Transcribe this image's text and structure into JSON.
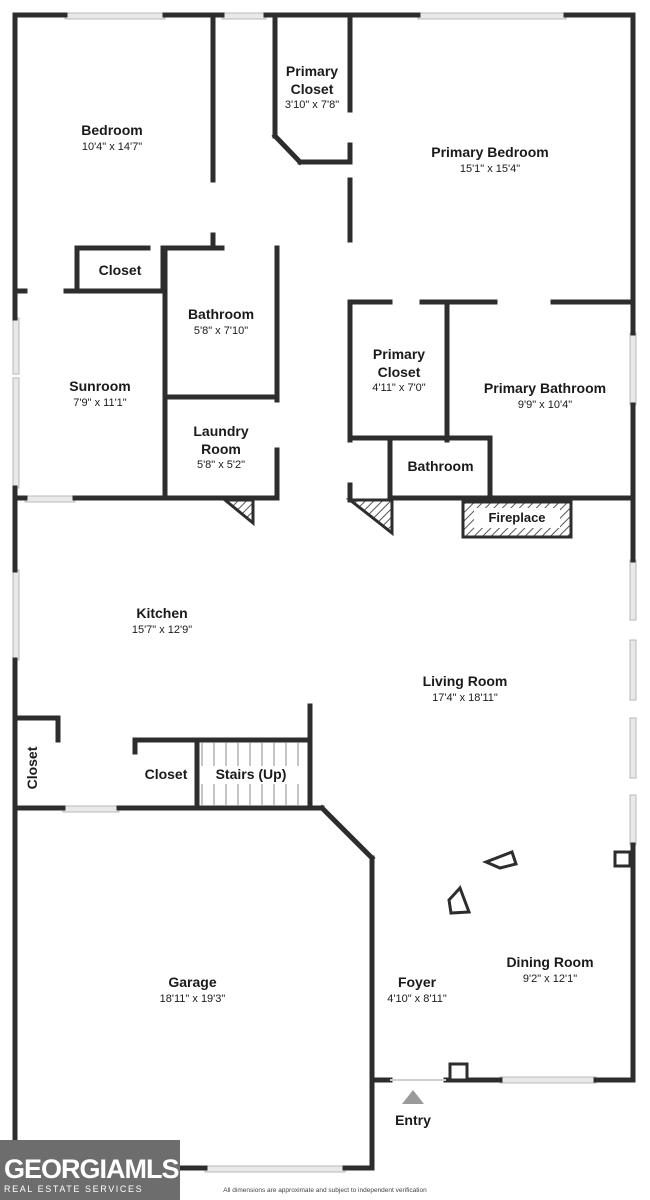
{
  "rooms": [
    {
      "key": "bedroom",
      "name": "Bedroom",
      "dims": "10'4\" x 14'7\""
    },
    {
      "key": "primary_closet_top",
      "name": "Primary\nCloset",
      "dims": "3'10\" x 7'8\""
    },
    {
      "key": "primary_bedroom",
      "name": "Primary Bedroom",
      "dims": "15'1\" x 15'4\""
    },
    {
      "key": "closet_top",
      "name": "Closet",
      "dims": ""
    },
    {
      "key": "bathroom_left",
      "name": "Bathroom",
      "dims": "5'8\" x 7'10\""
    },
    {
      "key": "sunroom",
      "name": "Sunroom",
      "dims": "7'9\" x 11'1\""
    },
    {
      "key": "primary_closet_mid",
      "name": "Primary\nCloset",
      "dims": "4'11\" x 7'0\""
    },
    {
      "key": "primary_bathroom",
      "name": "Primary Bathroom",
      "dims": "9'9\" x 10'4\""
    },
    {
      "key": "laundry_room",
      "name": "Laundry\nRoom",
      "dims": "5'8\" x 5'2\""
    },
    {
      "key": "bathroom_small",
      "name": "Bathroom",
      "dims": ""
    },
    {
      "key": "kitchen",
      "name": "Kitchen",
      "dims": "15'7\" x 12'9\""
    },
    {
      "key": "living_room",
      "name": "Living Room",
      "dims": "17'4\" x 18'11\""
    },
    {
      "key": "closet_hall",
      "name": "Closet",
      "dims": ""
    },
    {
      "key": "stairs",
      "name": "Stairs (Up)",
      "dims": ""
    },
    {
      "key": "garage",
      "name": "Garage",
      "dims": "18'11\" x 19'3\""
    },
    {
      "key": "foyer",
      "name": "Foyer",
      "dims": "4'10\" x 8'11\""
    },
    {
      "key": "dining_room",
      "name": "Dining Room",
      "dims": "9'2\" x 12'1\""
    }
  ],
  "closet_side_label": "Closet",
  "fireplace_label": "Fireplace",
  "entry_label": "Entry",
  "logo": {
    "main": "GEORGIAMLS",
    "sub": "REAL ESTATE SERVICES"
  },
  "disclaimer": "All dimensions are approximate and subject to independent verification",
  "colors": {
    "wall": "#2d2d2d",
    "window": "#b8b8b8",
    "logo_bg": "#6d6d6d",
    "entry_arrow": "#9a9a9a"
  }
}
